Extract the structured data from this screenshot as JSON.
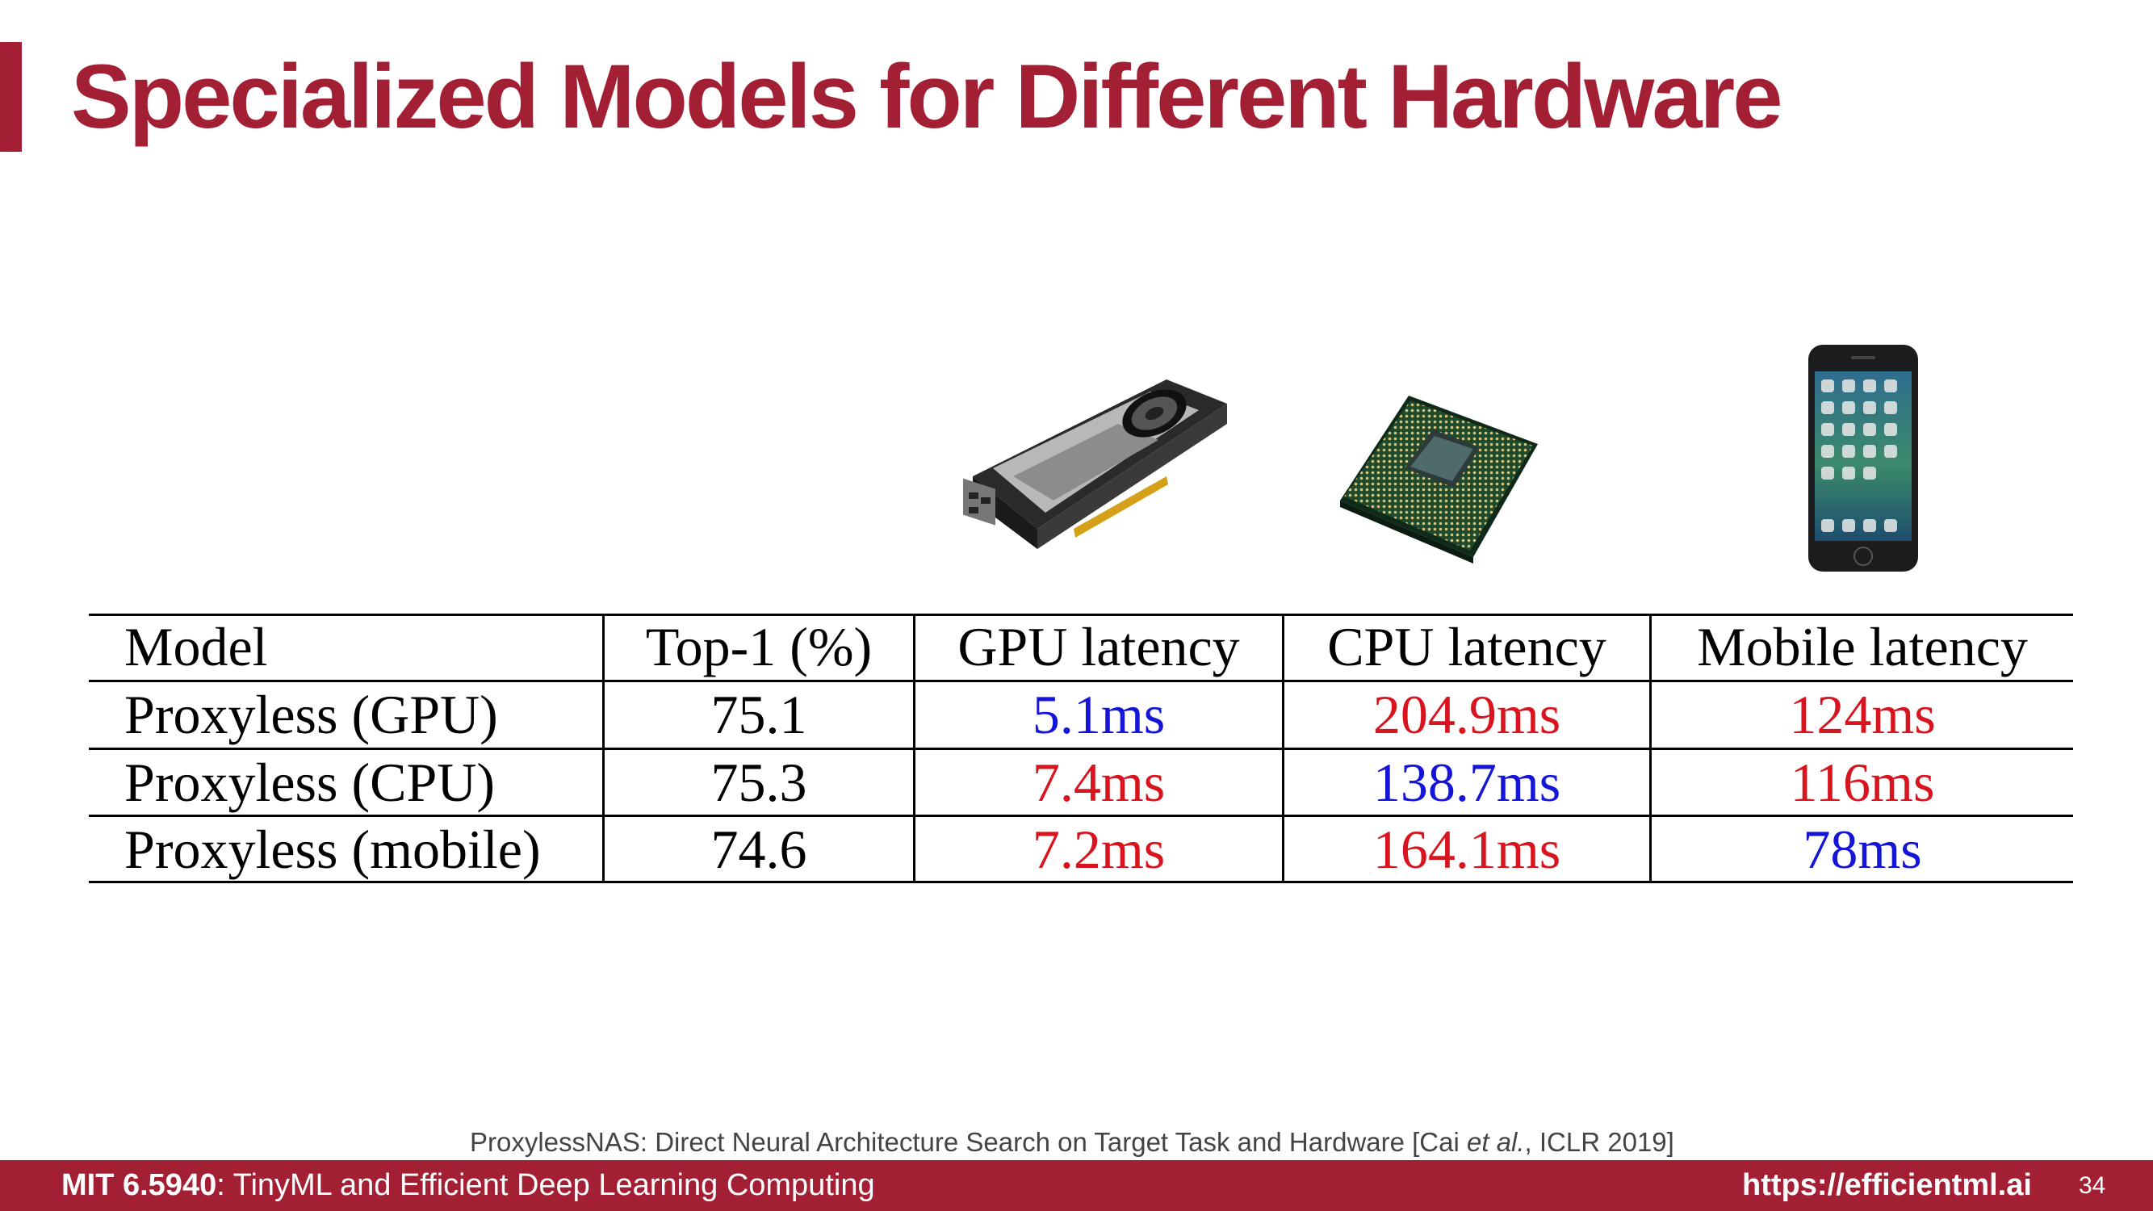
{
  "slide": {
    "title": "Specialized Models for Different Hardware",
    "page_number": "34"
  },
  "hardware_icons": [
    "gpu-card-icon",
    "cpu-chip-icon",
    "smartphone-icon"
  ],
  "table": {
    "headers": [
      "Model",
      "Top-1 (%)",
      "GPU latency",
      "CPU latency",
      "Mobile latency"
    ],
    "rows": [
      [
        "Proxyless (GPU)",
        "75.1",
        "5.1ms",
        "204.9ms",
        "124ms"
      ],
      [
        "Proxyless (CPU)",
        "75.3",
        "7.4ms",
        "138.7ms",
        "116ms"
      ],
      [
        "Proxyless (mobile)",
        "74.6",
        "7.2ms",
        "164.1ms",
        "78ms"
      ]
    ]
  },
  "colors": {
    "accent": "#a31f34",
    "best": "#1515d8",
    "other": "#d8141e"
  },
  "citation": {
    "pre": "ProxylessNAS: Direct Neural Architecture Search on Target Task and Hardware [Cai ",
    "italic": "et al.",
    "post": ", ICLR 2019]"
  },
  "footer": {
    "course_code": "MIT 6.5940",
    "course_name": ": TinyML and Efficient Deep Learning Computing",
    "url": "https://efficientml.ai"
  }
}
